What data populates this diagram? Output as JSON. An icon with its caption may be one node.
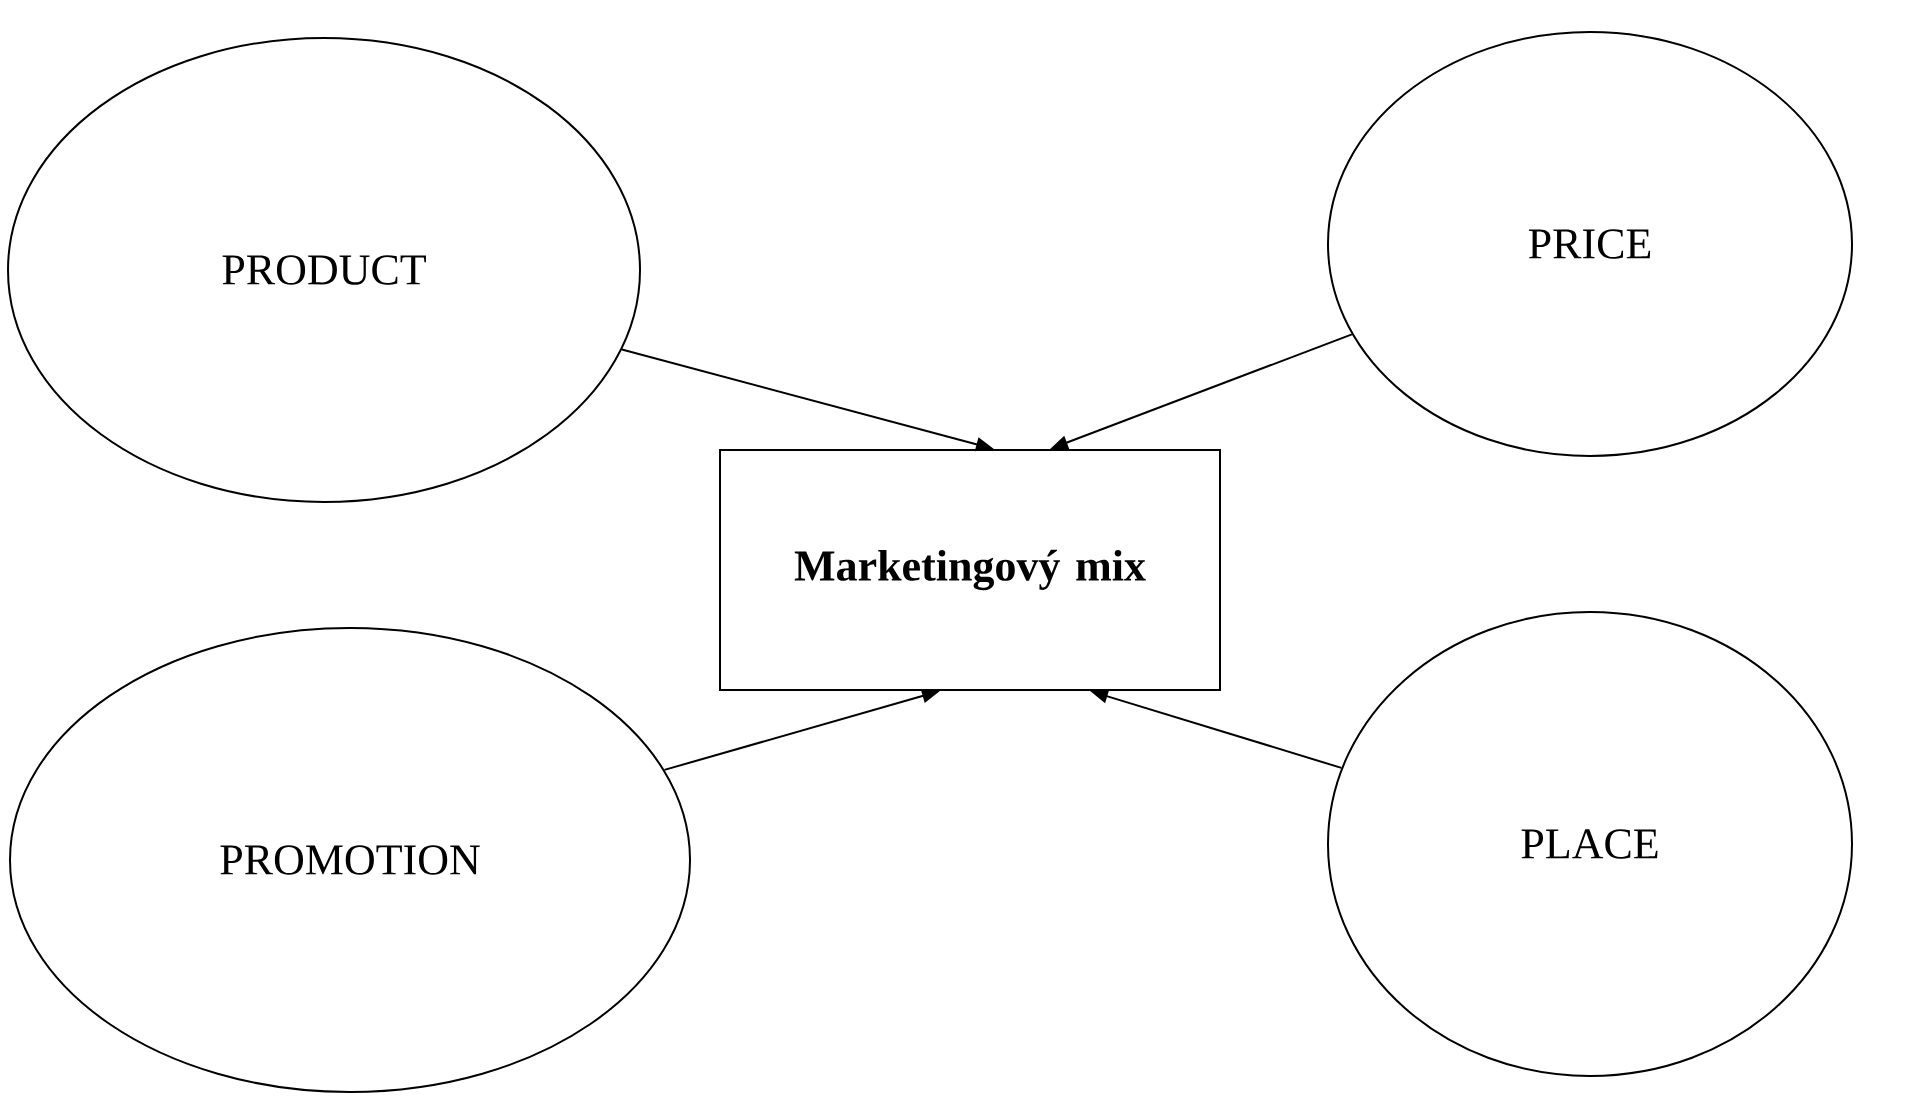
{
  "diagram": {
    "nodes": [
      {
        "text": [
          "PRODUCT"
        ]
      },
      {
        "text": [
          "PRICE"
        ]
      },
      {
        "text": [
          "Marketingový mix"
        ]
      },
      {
        "text": [
          "PROMOTION"
        ]
      },
      {
        "text": [
          "PLACE"
        ]
      }
    ],
    "edges": [
      {
        "from": 0,
        "to": 2,
        "arrow": "to"
      },
      {
        "from": 1,
        "to": 2,
        "arrow": "to"
      },
      {
        "from": 3,
        "to": 2,
        "arrow": "to"
      },
      {
        "from": 4,
        "to": 2,
        "arrow": "to"
      }
    ]
  }
}
